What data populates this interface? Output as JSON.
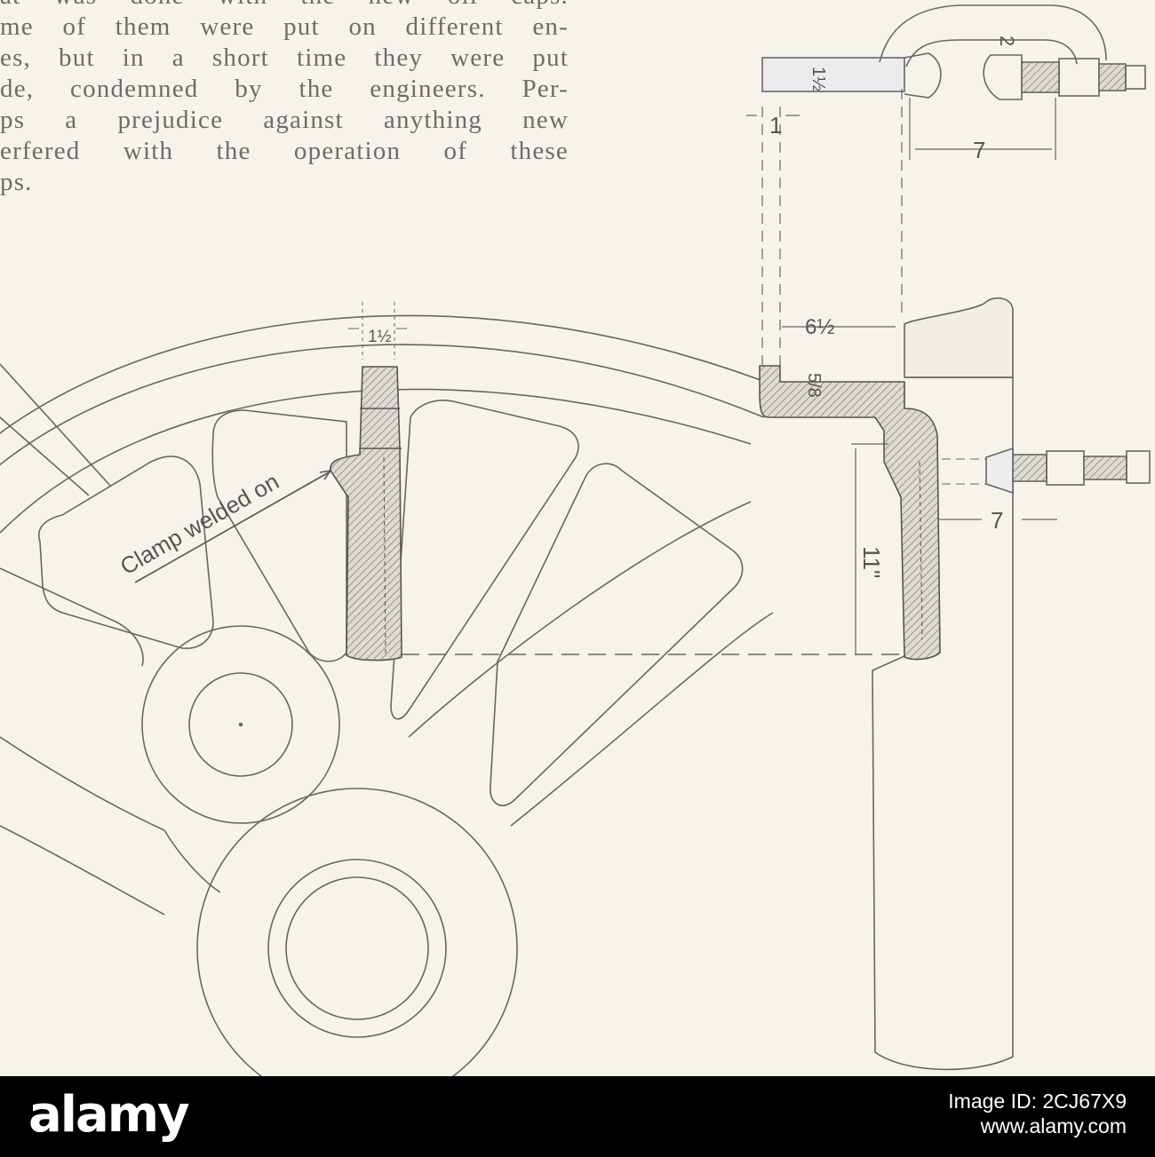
{
  "text": {
    "lines": [
      "at was done with the new oil caps.",
      "me of them were put on different en-",
      "es, but in a short time they were put",
      "de, condemned by the engineers. Per-",
      "ps a prejudice against anything new",
      "erfered with the operation of these",
      "ps."
    ]
  },
  "diagram": {
    "clamp_label": "Clamp welded on",
    "dimensions": {
      "clamp_gap": "2",
      "bar_width": "1½",
      "bar_thickness": "1",
      "clamp_reach_top": "7",
      "lip_width": "6½",
      "lip_thickness": "5/8",
      "pad_height": "11\"",
      "clamp_reach_side": "7",
      "wheel_spoke_width": "1½"
    }
  },
  "watermark": {
    "brand": "alamy",
    "image_id": "Image ID: 2CJ67X9",
    "site": "www.alamy.com"
  }
}
